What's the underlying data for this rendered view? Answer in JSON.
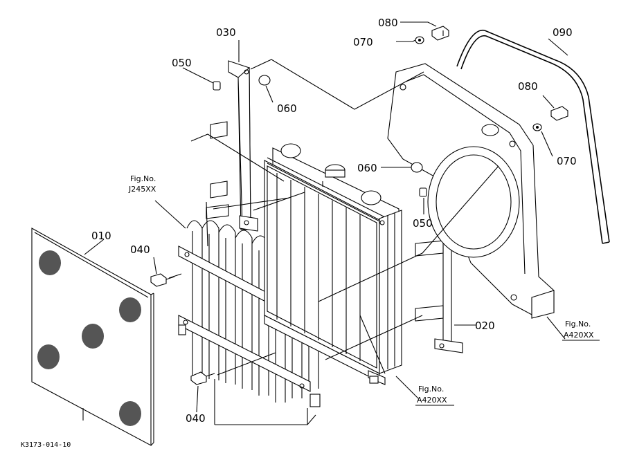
{
  "diagram": {
    "drawing_code": "K3173-014-10",
    "parts": [
      {
        "id": "p010",
        "number": "010"
      },
      {
        "id": "p020",
        "number": "020"
      },
      {
        "id": "p030",
        "number": "030"
      },
      {
        "id": "p040a",
        "number": "040"
      },
      {
        "id": "p040b",
        "number": "040"
      },
      {
        "id": "p050a",
        "number": "050"
      },
      {
        "id": "p050b",
        "number": "050"
      },
      {
        "id": "p060a",
        "number": "060"
      },
      {
        "id": "p060b",
        "number": "060"
      },
      {
        "id": "p070a",
        "number": "070"
      },
      {
        "id": "p070b",
        "number": "070"
      },
      {
        "id": "p080a",
        "number": "080"
      },
      {
        "id": "p080b",
        "number": "080"
      },
      {
        "id": "p090",
        "number": "090"
      }
    ],
    "references": [
      {
        "id": "ref-j245",
        "caption": "Fig.No.",
        "code": "J245XX"
      },
      {
        "id": "ref-a420-right",
        "caption": "Fig.No.",
        "code": "A420XX"
      },
      {
        "id": "ref-a420-bottom",
        "caption": "Fig.No.",
        "code": "A420XX"
      }
    ]
  }
}
